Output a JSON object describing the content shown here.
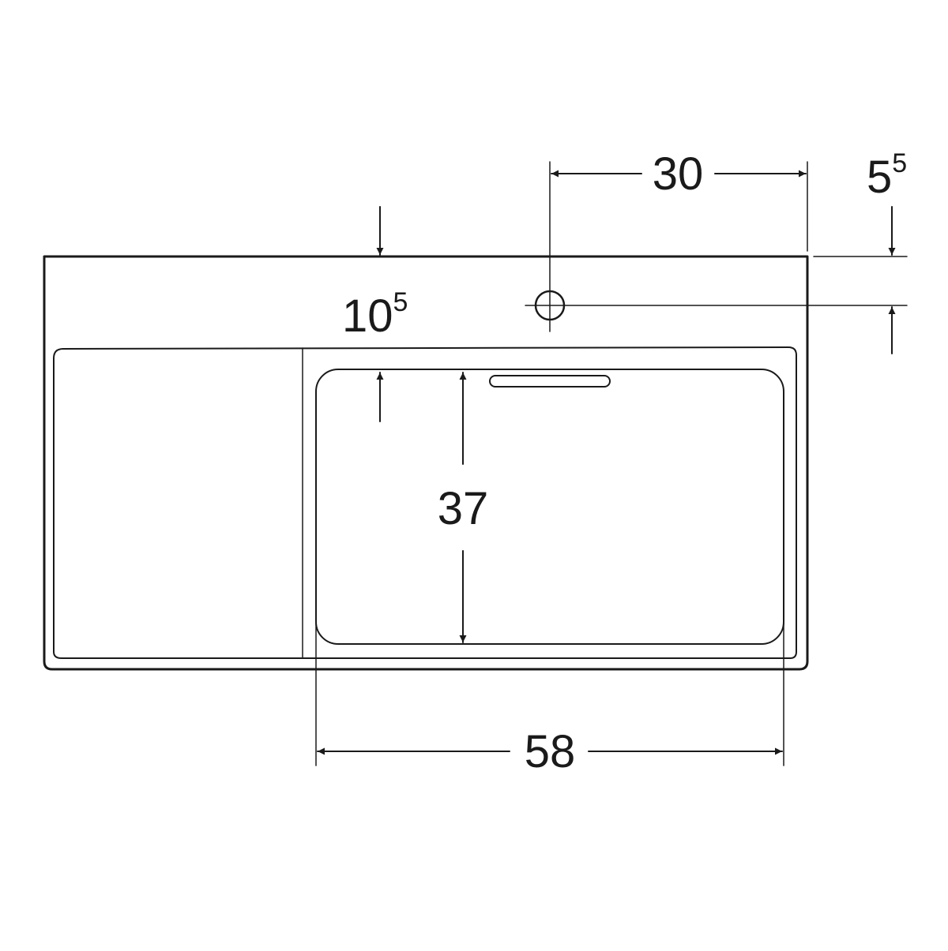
{
  "drawing": {
    "line_color": "#1a1a1a",
    "background": "#ffffff",
    "dimensions": {
      "tap_to_edge": {
        "value": "30"
      },
      "tap_from_back": {
        "base": "5",
        "sup": "5"
      },
      "front_deck_depth": {
        "base": "10",
        "sup": "5"
      },
      "bowl_depth": {
        "value": "37"
      },
      "bowl_width": {
        "value": "58"
      }
    }
  }
}
